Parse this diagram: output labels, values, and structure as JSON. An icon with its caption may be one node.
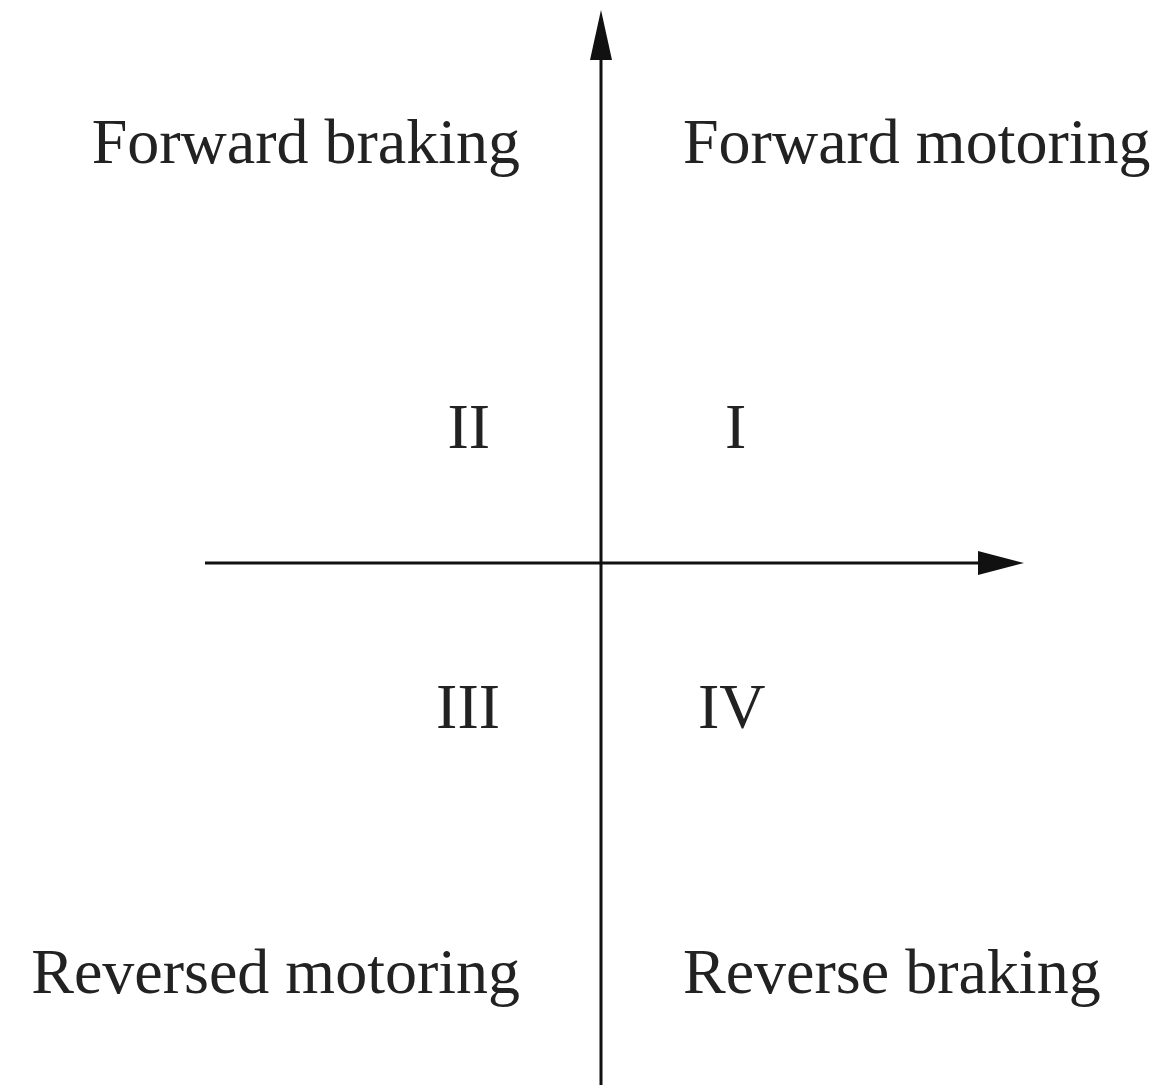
{
  "diagram": {
    "labels": [
      "Forward braking",
      "Forward motoring",
      "II",
      "I",
      "III",
      "IV",
      "Reversed motoring",
      "Reverse braking"
    ]
  }
}
